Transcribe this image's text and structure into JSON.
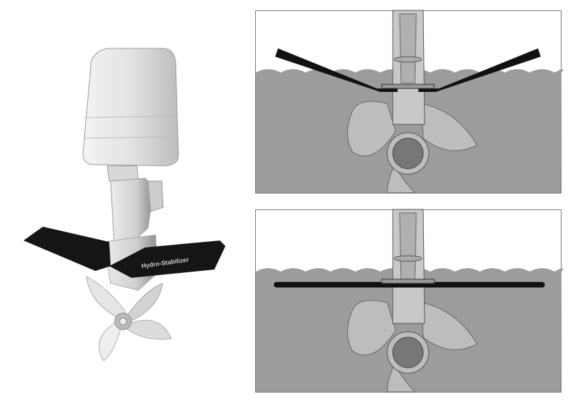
{
  "product": {
    "fin_lettering": "Hydro-Stabilizer"
  },
  "panels": [
    {
      "state": "angled-fins"
    },
    {
      "state": "flat-fins"
    }
  ],
  "colors": {
    "water": "#9c9c9c",
    "fin": "#111111",
    "metal": "#c8c8c8"
  }
}
